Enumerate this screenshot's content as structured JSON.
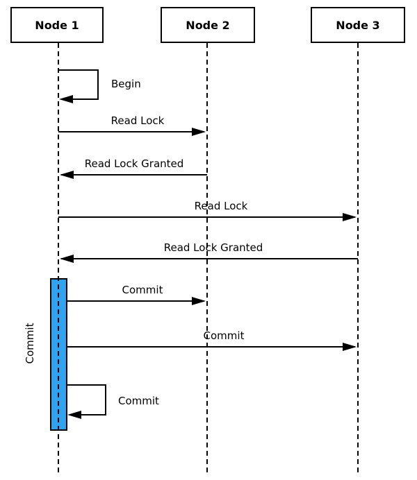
{
  "diagram": {
    "type": "sequence-diagram",
    "actors": [
      {
        "label": "Node 1"
      },
      {
        "label": "Node 2"
      },
      {
        "label": "Node 3"
      }
    ],
    "messages": [
      {
        "label": "Begin",
        "from": "Node 1",
        "to": "Node 1",
        "kind": "self"
      },
      {
        "label": "Read Lock",
        "from": "Node 1",
        "to": "Node 2",
        "kind": "arrow"
      },
      {
        "label": "Read Lock Granted",
        "from": "Node 2",
        "to": "Node 1",
        "kind": "arrow"
      },
      {
        "label": "Read Lock",
        "from": "Node 1",
        "to": "Node 3",
        "kind": "arrow"
      },
      {
        "label": "Read Lock Granted",
        "from": "Node 3",
        "to": "Node 1",
        "kind": "arrow"
      },
      {
        "label": "Commit",
        "from": "Node 1",
        "to": "Node 2",
        "kind": "arrow"
      },
      {
        "label": "Commit",
        "from": "Node 1",
        "to": "Node 3",
        "kind": "arrow"
      },
      {
        "label": "Commit",
        "from": "Node 1",
        "to": "Node 1",
        "kind": "self"
      }
    ],
    "activation": {
      "label": "Commit",
      "actor": "Node 1",
      "color": "#2FA3F0"
    },
    "colors": {
      "line": "#000000",
      "background": "#ffffff"
    }
  }
}
